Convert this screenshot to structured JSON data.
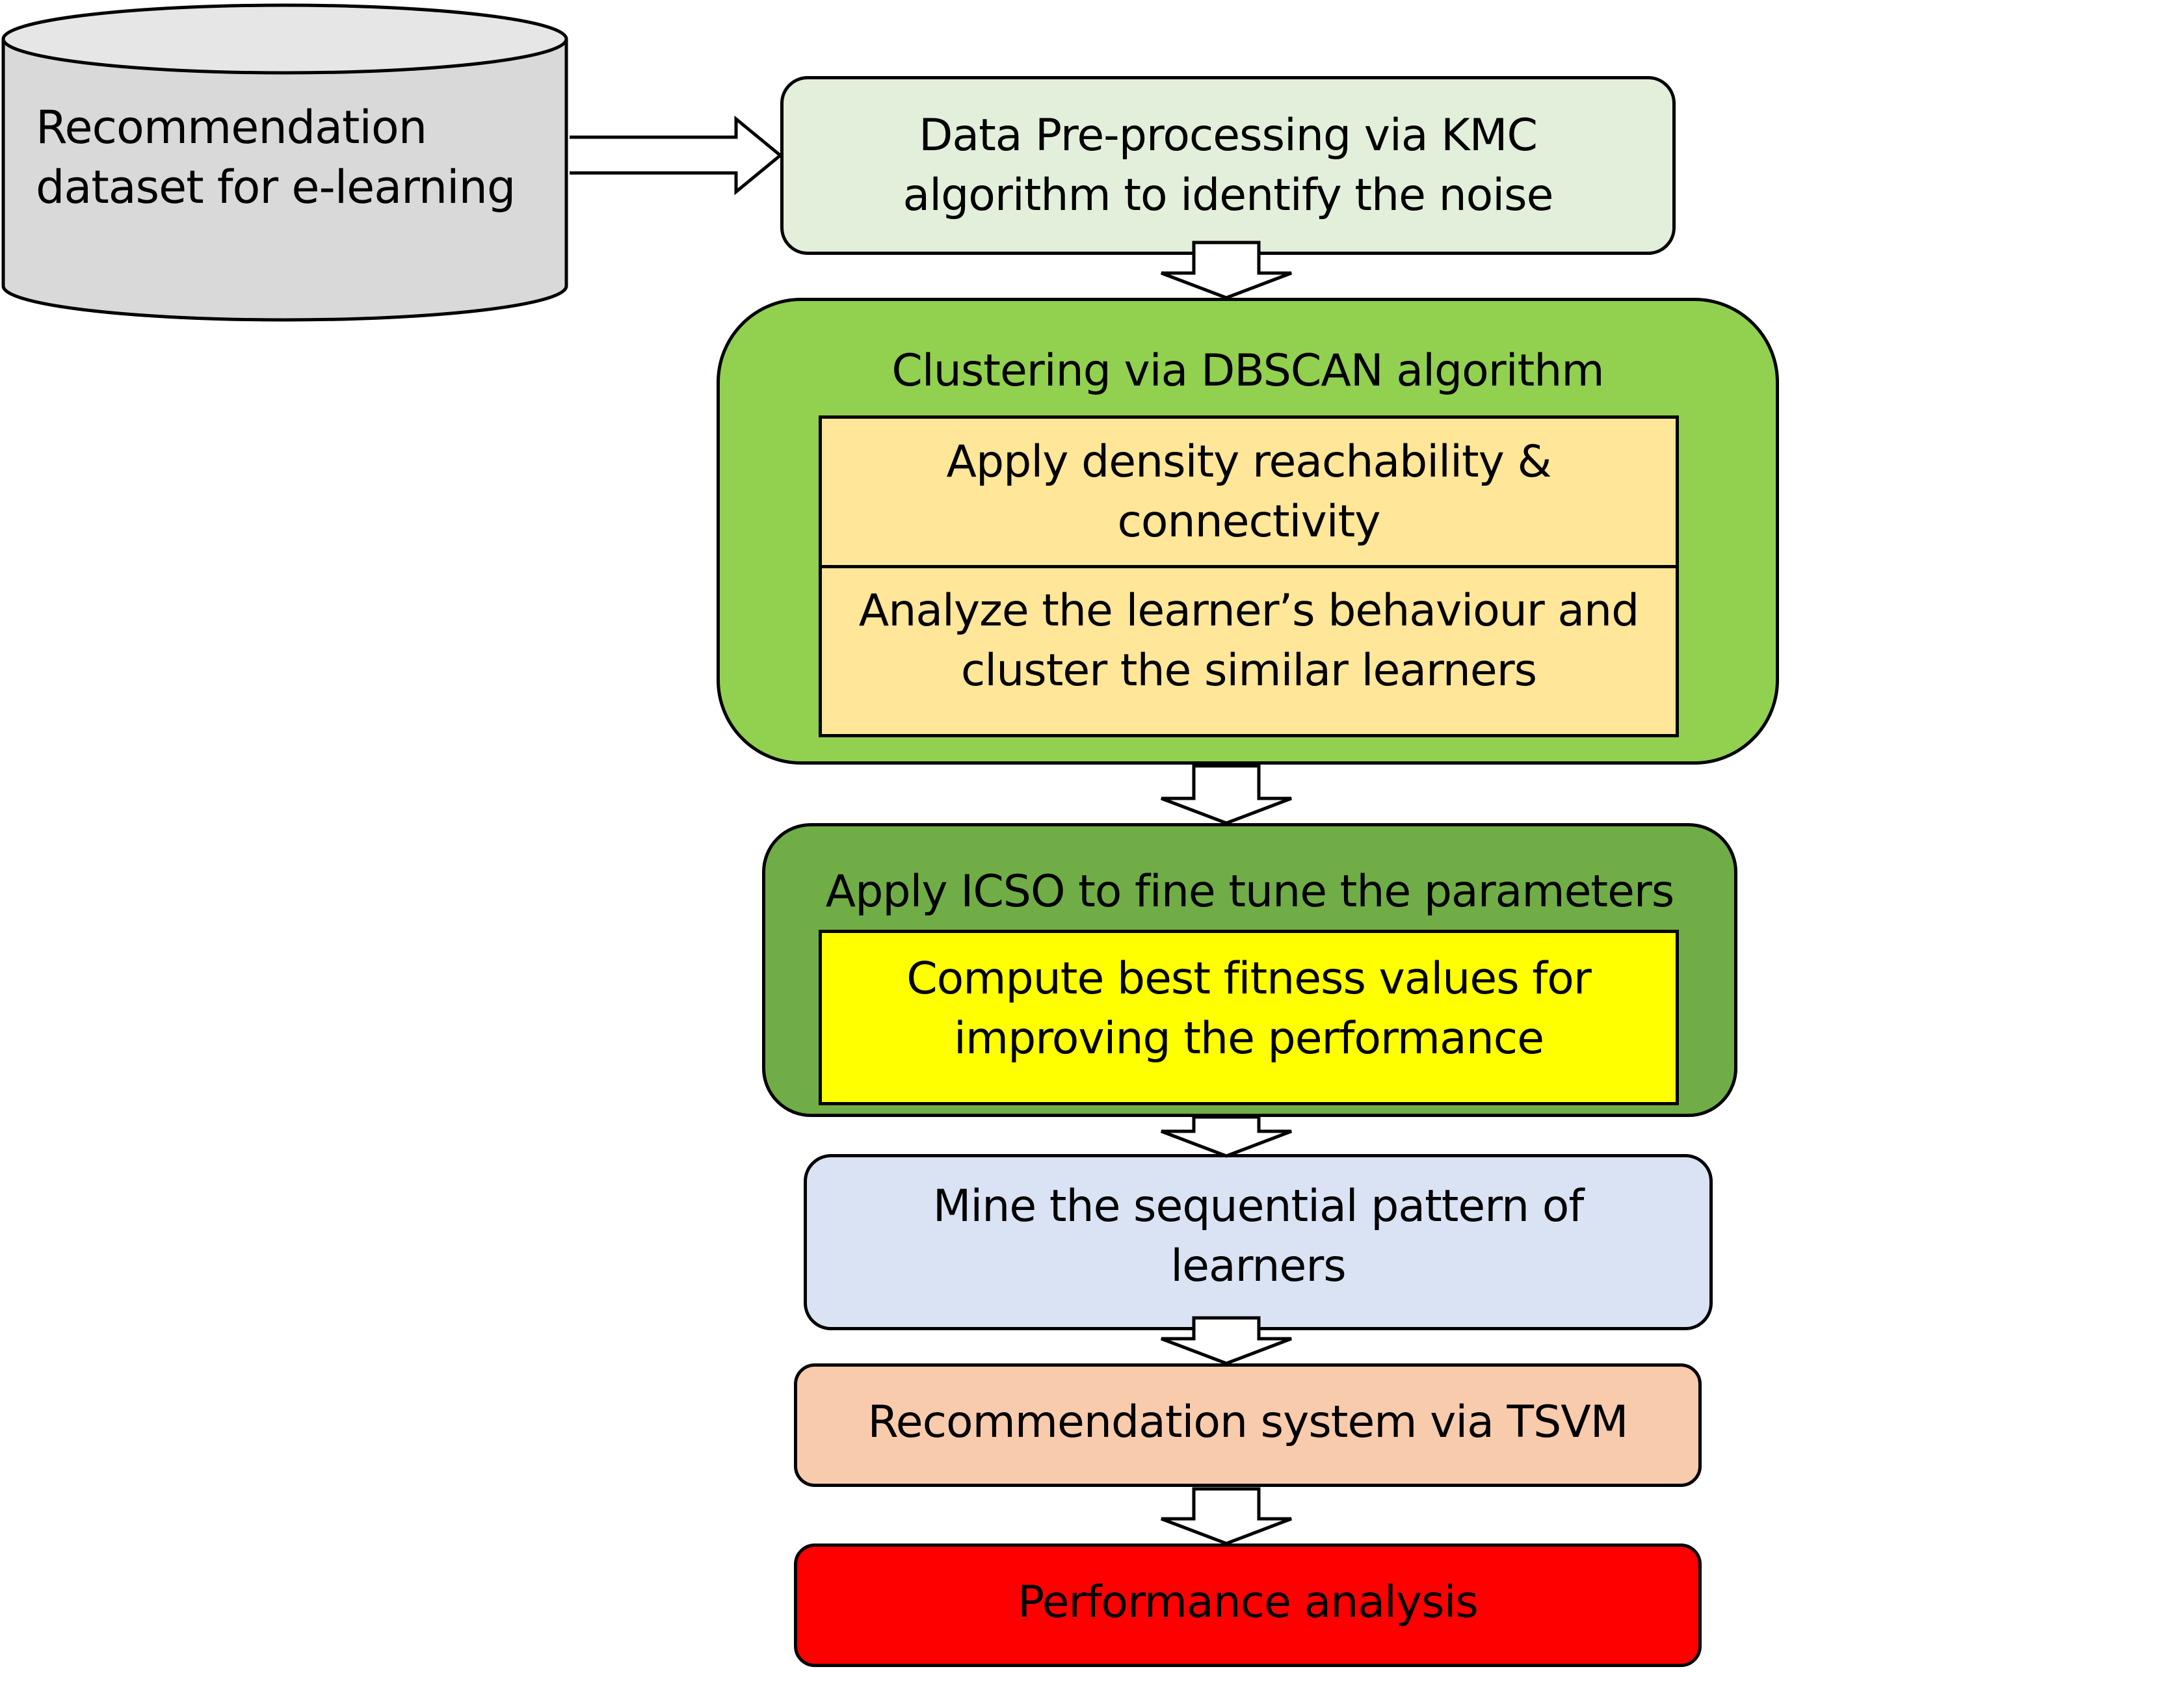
{
  "diagram": {
    "source": {
      "label_line1": "Recommendation",
      "label_line2": "dataset for e-learning",
      "fill": "#d9d9d9",
      "top_fill": "#e6e6e6"
    },
    "steps": [
      {
        "id": "preprocessing",
        "line1": "Data Pre-processing via KMC",
        "line2": "algorithm to identify the noise",
        "fill": "#e2efda"
      },
      {
        "id": "clustering",
        "title": "Clustering via DBSCAN algorithm",
        "fill": "#92d050",
        "substeps": [
          {
            "line1": "Apply density reachability &",
            "line2": "connectivity",
            "fill": "#ffe699"
          },
          {
            "line1": "Analyze the learner’s behaviour and",
            "line2": "cluster the similar learners",
            "fill": "#ffe699"
          }
        ]
      },
      {
        "id": "icso",
        "title": "Apply ICSO to fine tune the parameters",
        "fill": "#70ad47",
        "substeps": [
          {
            "line1": "Compute best fitness values for",
            "line2": "improving the performance",
            "fill": "#ffff00"
          }
        ]
      },
      {
        "id": "sequential-pattern",
        "line1": "Mine the sequential pattern of",
        "line2": "learners",
        "fill": "#dae3f3"
      },
      {
        "id": "recommendation",
        "line1": "Recommendation system via TSVM",
        "fill": "#f8cbad"
      },
      {
        "id": "performance",
        "line1": "Performance analysis",
        "fill": "#ff0000"
      }
    ]
  }
}
